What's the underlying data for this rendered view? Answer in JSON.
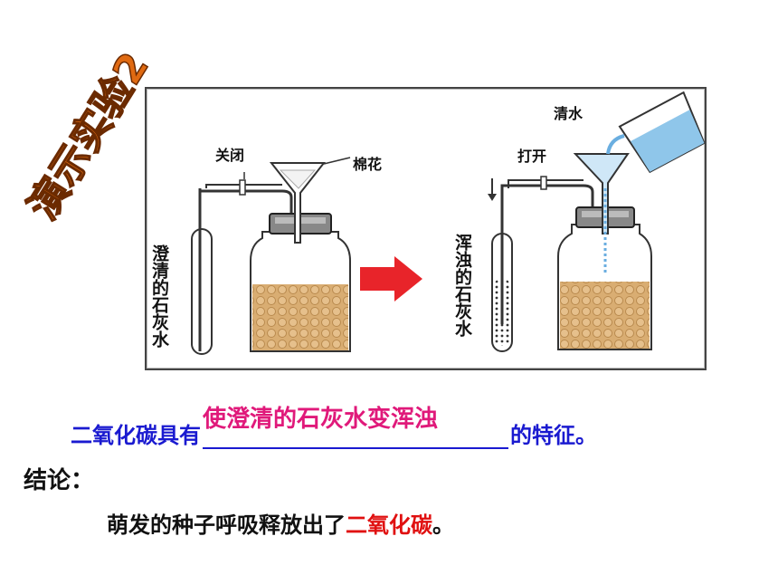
{
  "title": "演示实验2",
  "figure": {
    "left_apparatus": {
      "test_tube_label": "澄清的石灰水",
      "clamp_label": "关闭",
      "funnel_label": "棉花"
    },
    "right_apparatus": {
      "water_label": "清水",
      "clamp_label": "打开",
      "test_tube_label": "浑浊的石灰水"
    }
  },
  "statement": {
    "prefix": "二氧化碳具有",
    "answer": "使澄清的石灰水变浑浊",
    "suffix": "的特征。"
  },
  "conclusion": {
    "label": "结论：",
    "text_prefix": "萌发的种子呼吸释放出了",
    "highlight": "二氧化碳",
    "text_suffix": "。"
  },
  "colors": {
    "title_fill": "#e06a12",
    "statement_blue": "#1a1ad0",
    "answer_magenta": "#e0197a",
    "highlight_red": "#e01010",
    "seed_tan": "#d9ad72",
    "arrow_red": "#e8242a"
  }
}
